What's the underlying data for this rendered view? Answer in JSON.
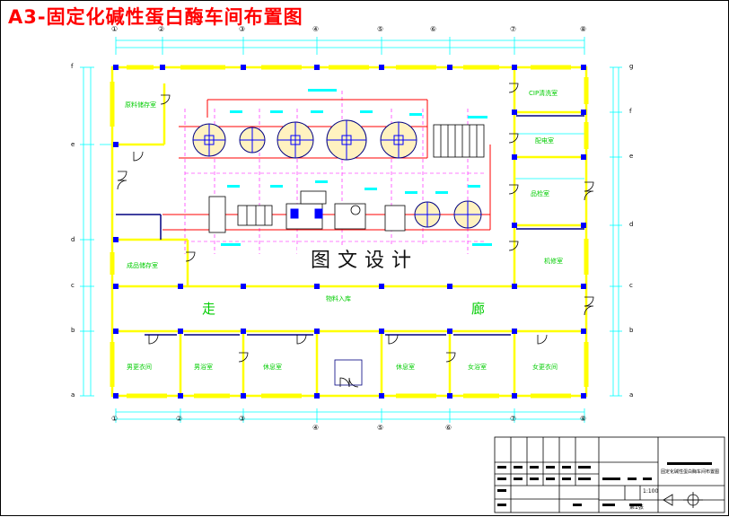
{
  "title": "A3-固定化碱性蛋白酶车间布置图",
  "watermark": "图文设计",
  "axes": {
    "top": [
      "①",
      "②",
      "③",
      "④",
      "⑤",
      "⑥",
      "⑦",
      "⑧"
    ],
    "bottom": [
      "①",
      "②",
      "③",
      "④",
      "⑤",
      "⑥",
      "⑦",
      "⑧"
    ],
    "left": [
      "f",
      "e",
      "d",
      "c",
      "b",
      "a"
    ],
    "right": [
      "g",
      "f",
      "e",
      "d",
      "c",
      "b",
      "a"
    ]
  },
  "rooms": {
    "r1": "原料储存室",
    "r2": "成品储存室",
    "r3": "CIP清洗室",
    "r4": "配电室",
    "r5": "品检室",
    "r6": "机修室",
    "r7": "男更衣间",
    "r8": "男浴室",
    "r9": "休息室",
    "r10": "休息室",
    "r11": "女浴室",
    "r12": "女更衣间",
    "r13": "物料入库"
  },
  "corridor": {
    "left": "走",
    "right": "廊"
  },
  "colors": {
    "wall": "#ffff00",
    "dim": "#00ffff",
    "grid": "#ff00ff",
    "column": "#0000ff",
    "equipment": "#0000ff",
    "pipe": "#ff0000",
    "room_label": "#00cc00",
    "frame": "#000000"
  },
  "title_block": {
    "scale": "1:100",
    "sheet": "第1张",
    "drawing": "固定化碱性蛋白酶车间布置图"
  }
}
